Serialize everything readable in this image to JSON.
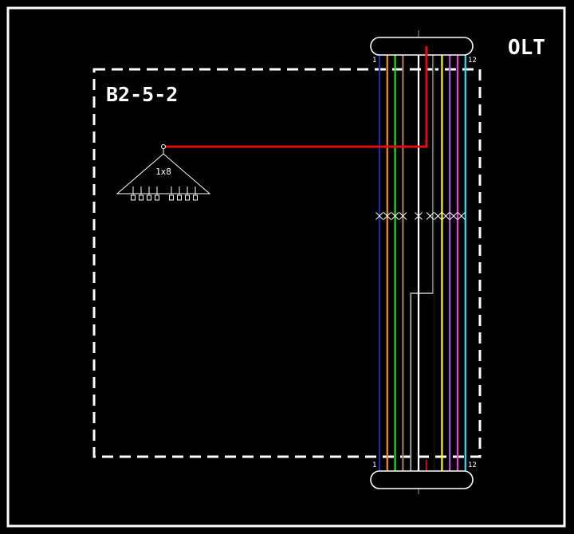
{
  "diagram": {
    "olt_label": "OLT",
    "area_label": "B2-5-2",
    "splitter_label": "1x8",
    "cable_top": {
      "first_port": "1",
      "last_port": "12"
    },
    "cable_bottom": {
      "first_port": "1",
      "last_port": "12"
    },
    "fibers": [
      {
        "index": 1,
        "color": "#1a2aa8",
        "cut": true
      },
      {
        "index": 2,
        "color": "#ff8a1a",
        "cut": true
      },
      {
        "index": 3,
        "color": "#22dd22",
        "cut": true
      },
      {
        "index": 4,
        "color": "#9b7b63",
        "cut": true
      },
      {
        "index": 5,
        "color": "#9a9a9a",
        "cut": false
      },
      {
        "index": 6,
        "color": "#ffffff",
        "cut": true
      },
      {
        "index": 7,
        "color": "#dd1111",
        "cut": false,
        "routed_to_splitter": true
      },
      {
        "index": 8,
        "color": "#111111",
        "cut": true
      },
      {
        "index": 9,
        "color": "#ffff00",
        "cut": true
      },
      {
        "index": 10,
        "color": "#b455d9",
        "cut": true
      },
      {
        "index": 11,
        "color": "#ff33dd",
        "cut": true
      },
      {
        "index": 12,
        "color": "#22e0ff",
        "cut": true
      }
    ],
    "colors": {
      "background": "#000000",
      "frame": "#ffffff",
      "splice_line": "#dd1111"
    }
  }
}
